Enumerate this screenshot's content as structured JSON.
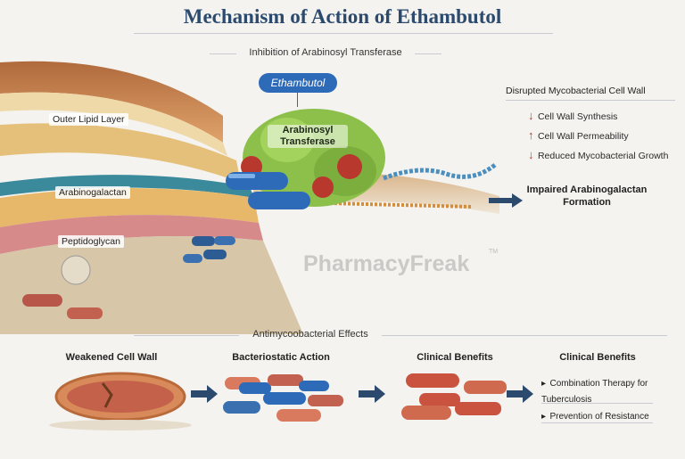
{
  "title": "Mechanism of Action of Ethambutol",
  "top_section": "Inhibition of Arabinosyl Transferase",
  "drug_label": "Ethambutol",
  "enzyme_label": "Arabinosyl Transferase",
  "layers": {
    "outer": "Outer Lipid Layer",
    "arabinogalactan": "Arabinogalactan",
    "peptidoglycan": "Peptidoglycan"
  },
  "watermark": "PharmacyFreak",
  "watermark_tm": "TM",
  "disrupted": {
    "heading": "Disrupted Mycobacterial Cell Wall",
    "effects": [
      {
        "dir": "down",
        "text": "Cell Wall Synthesis"
      },
      {
        "dir": "up",
        "text": "Cell Wall Permeability"
      },
      {
        "dir": "down",
        "text": "Reduced Mycobacterial Growth"
      }
    ]
  },
  "impaired": "Impaired Arabinogalactan Formation",
  "bottom_section": "Antimycoobacterial Effects",
  "steps": [
    "Weakened Cell Wall",
    "Bacteriostatic Action",
    "Clinical Benefits",
    "Clinical Benefits"
  ],
  "benefits": [
    "Combination Therapy for Tuberculosis",
    "Prevention of Resistance"
  ],
  "icons": {
    "arrow": "right-arrow-icon",
    "bullet": "triangle-bullet-icon"
  },
  "colors": {
    "title": "#2b4a6e",
    "arrow_red": "#c0392b",
    "drug_blue": "#2d6bb8",
    "enzyme_green": "#8cc04a"
  }
}
